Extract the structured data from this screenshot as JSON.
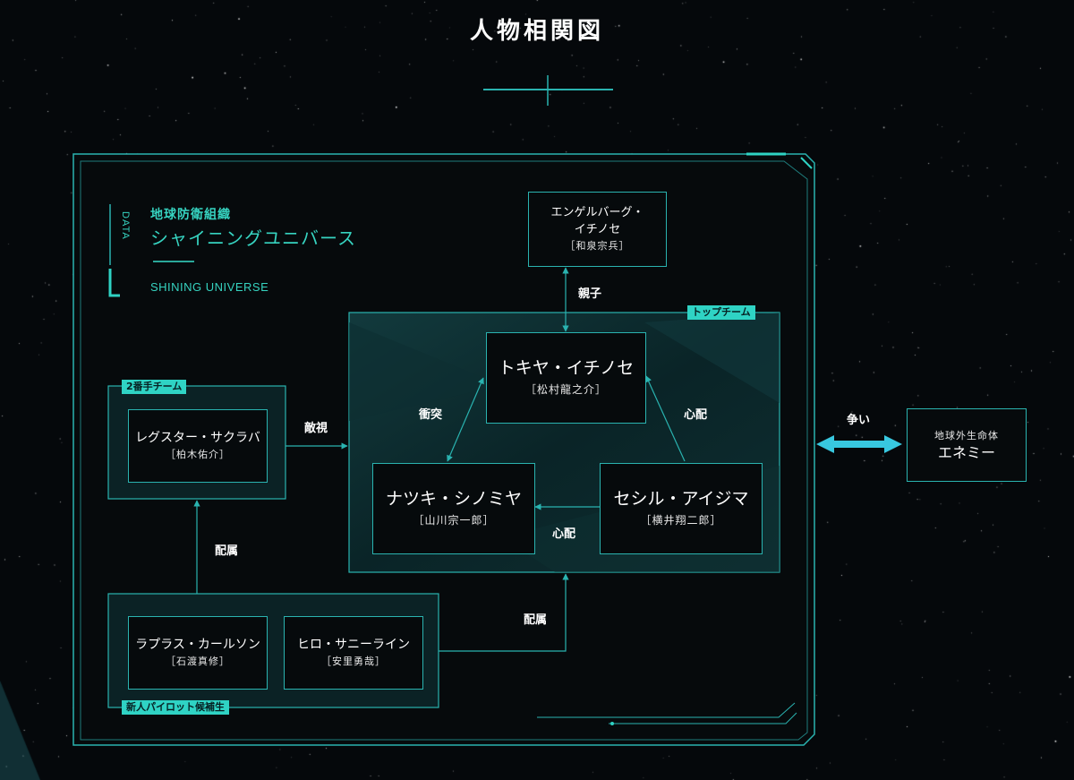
{
  "title": "人物相関図",
  "organization": {
    "tag": "DATA",
    "label": "地球防衛組織",
    "name": "シャイニングユニバース",
    "name_en": "SHINING UNIVERSE"
  },
  "groups": {
    "top_team": "トップチーム",
    "second_team": "2番手チーム",
    "rookies": "新人パイロット候補生"
  },
  "characters": {
    "engelberg": {
      "name_line1": "エンゲルバーグ・",
      "name_line2": "イチノセ",
      "actor": "［和泉宗兵］"
    },
    "tokiya": {
      "name": "トキヤ・イチノセ",
      "actor": "［松村龍之介］"
    },
    "natsuki": {
      "name": "ナツキ・シノミヤ",
      "actor": "［山川宗一郎］"
    },
    "cecil": {
      "name": "セシル・アイジマ",
      "actor": "［横井翔二郎］"
    },
    "regstar": {
      "name": "レグスター・サクラバ",
      "actor": "［柏木佑介］"
    },
    "laplace": {
      "name": "ラプラス・カールソン",
      "actor": "［石渡真修］"
    },
    "hiro": {
      "name": "ヒロ・サニーライン",
      "actor": "［安里勇哉］"
    },
    "enemy": {
      "label": "地球外生命体",
      "name": "エネミー"
    }
  },
  "relations": {
    "parent_child": "親子",
    "clash": "衝突",
    "worry_tokiya": "心配",
    "worry_natsuki": "心配",
    "hostile": "敵視",
    "assigned_second": "配属",
    "assigned_top": "配属",
    "fight": "争い"
  },
  "colors": {
    "accent": "#2fd3c4",
    "line": "#2ab3b0",
    "background": "#05080b"
  }
}
